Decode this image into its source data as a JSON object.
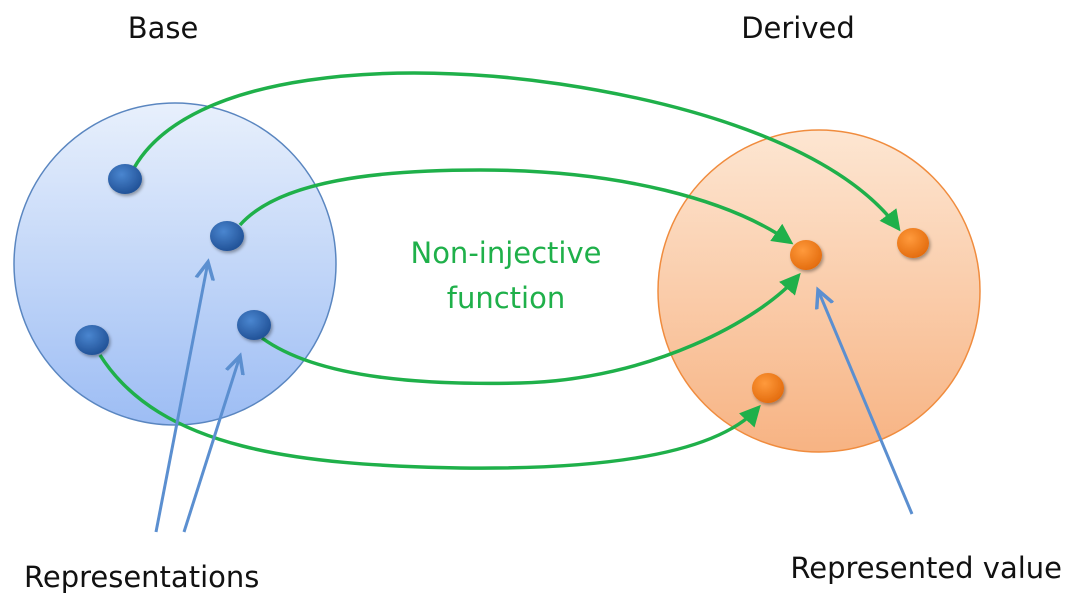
{
  "labels": {
    "base": "Base",
    "derived": "Derived",
    "function_line1": "Non-injective",
    "function_line2": "function",
    "representations": "Representations",
    "represented_value": "Represented value"
  },
  "colors": {
    "base_fill_top": "#e8f0fc",
    "base_fill_bottom": "#9dbdf4",
    "base_stroke": "#5a86c0",
    "derived_fill_top": "#fde6d2",
    "derived_fill_bottom": "#f7b383",
    "derived_stroke": "#f08c3e",
    "base_dot": "#2e65ad",
    "derived_dot": "#f07b1a",
    "mapping_arrow": "#1fb04a",
    "pointer_arrow": "#5b8fd0",
    "function_text": "#1fb04a"
  }
}
